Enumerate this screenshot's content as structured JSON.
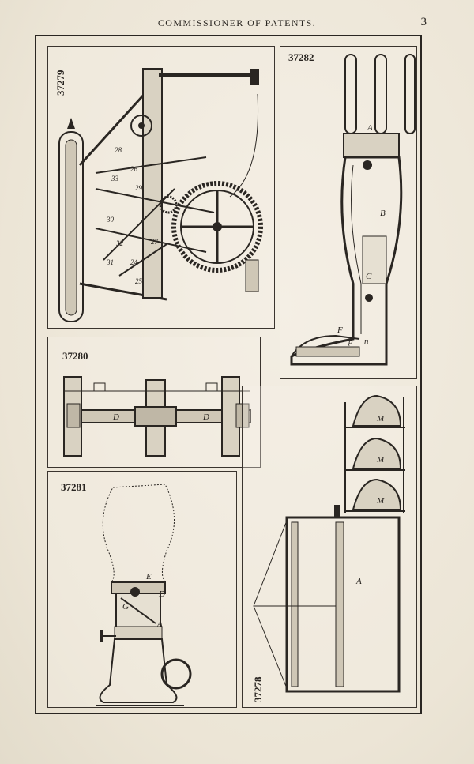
{
  "header": {
    "title": "COMMISSIONER OF PATENTS.",
    "page_number": "3"
  },
  "panels": {
    "p37279": {
      "number": "37279",
      "labels": [
        "28",
        "33",
        "29",
        "26",
        "30",
        "32",
        "27",
        "31",
        "24",
        "25"
      ]
    },
    "p37282": {
      "number": "37282",
      "labels": [
        "A",
        "B",
        "C",
        "F",
        "p",
        "n"
      ]
    },
    "p37280": {
      "number": "37280",
      "labels": [
        "D",
        "D"
      ]
    },
    "p37281": {
      "number": "37281",
      "labels": [
        "E",
        "D",
        "G",
        "A"
      ]
    },
    "p37278": {
      "number": "37278",
      "labels": [
        "A",
        "M",
        "M",
        "M"
      ]
    }
  }
}
